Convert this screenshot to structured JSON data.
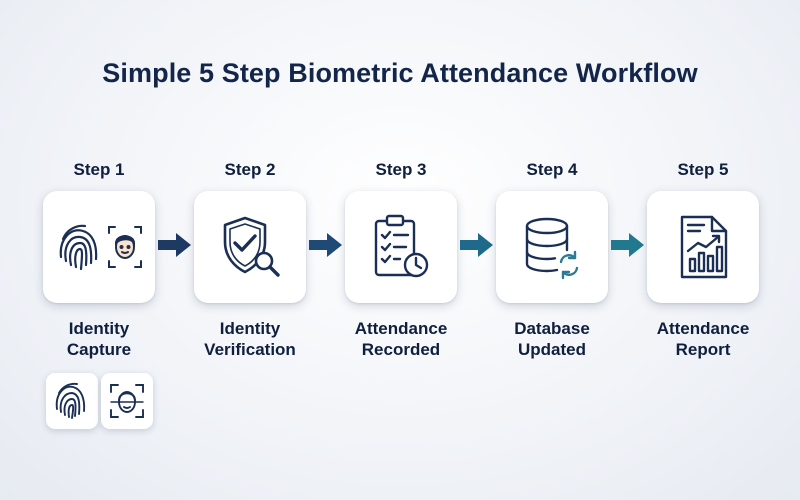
{
  "title": "Simple 5 Step Biometric Attendance Workflow",
  "steps": [
    {
      "label": "Step 1",
      "line1": "Identity",
      "line2": "Capture",
      "icon": "fingerprint-and-face-scan-icon"
    },
    {
      "label": "Step 2",
      "line1": "Identity",
      "line2": "Verification",
      "icon": "shield-check-icon"
    },
    {
      "label": "Step 3",
      "line1": "Attendance",
      "line2": "Recorded",
      "icon": "clipboard-clock-icon"
    },
    {
      "label": "Step 4",
      "line1": "Database",
      "line2": "Updated",
      "icon": "database-sync-icon"
    },
    {
      "label": "Step 5",
      "line1": "Attendance",
      "line2": "Report",
      "icon": "report-chart-icon"
    }
  ],
  "colors": {
    "navy": "#1b2f55",
    "arrow1": "#1d3a63",
    "arrow2": "#1f4a75",
    "arrow3": "#1f6a8a",
    "arrow4": "#21798f",
    "accent_teal": "#2a7a96"
  }
}
